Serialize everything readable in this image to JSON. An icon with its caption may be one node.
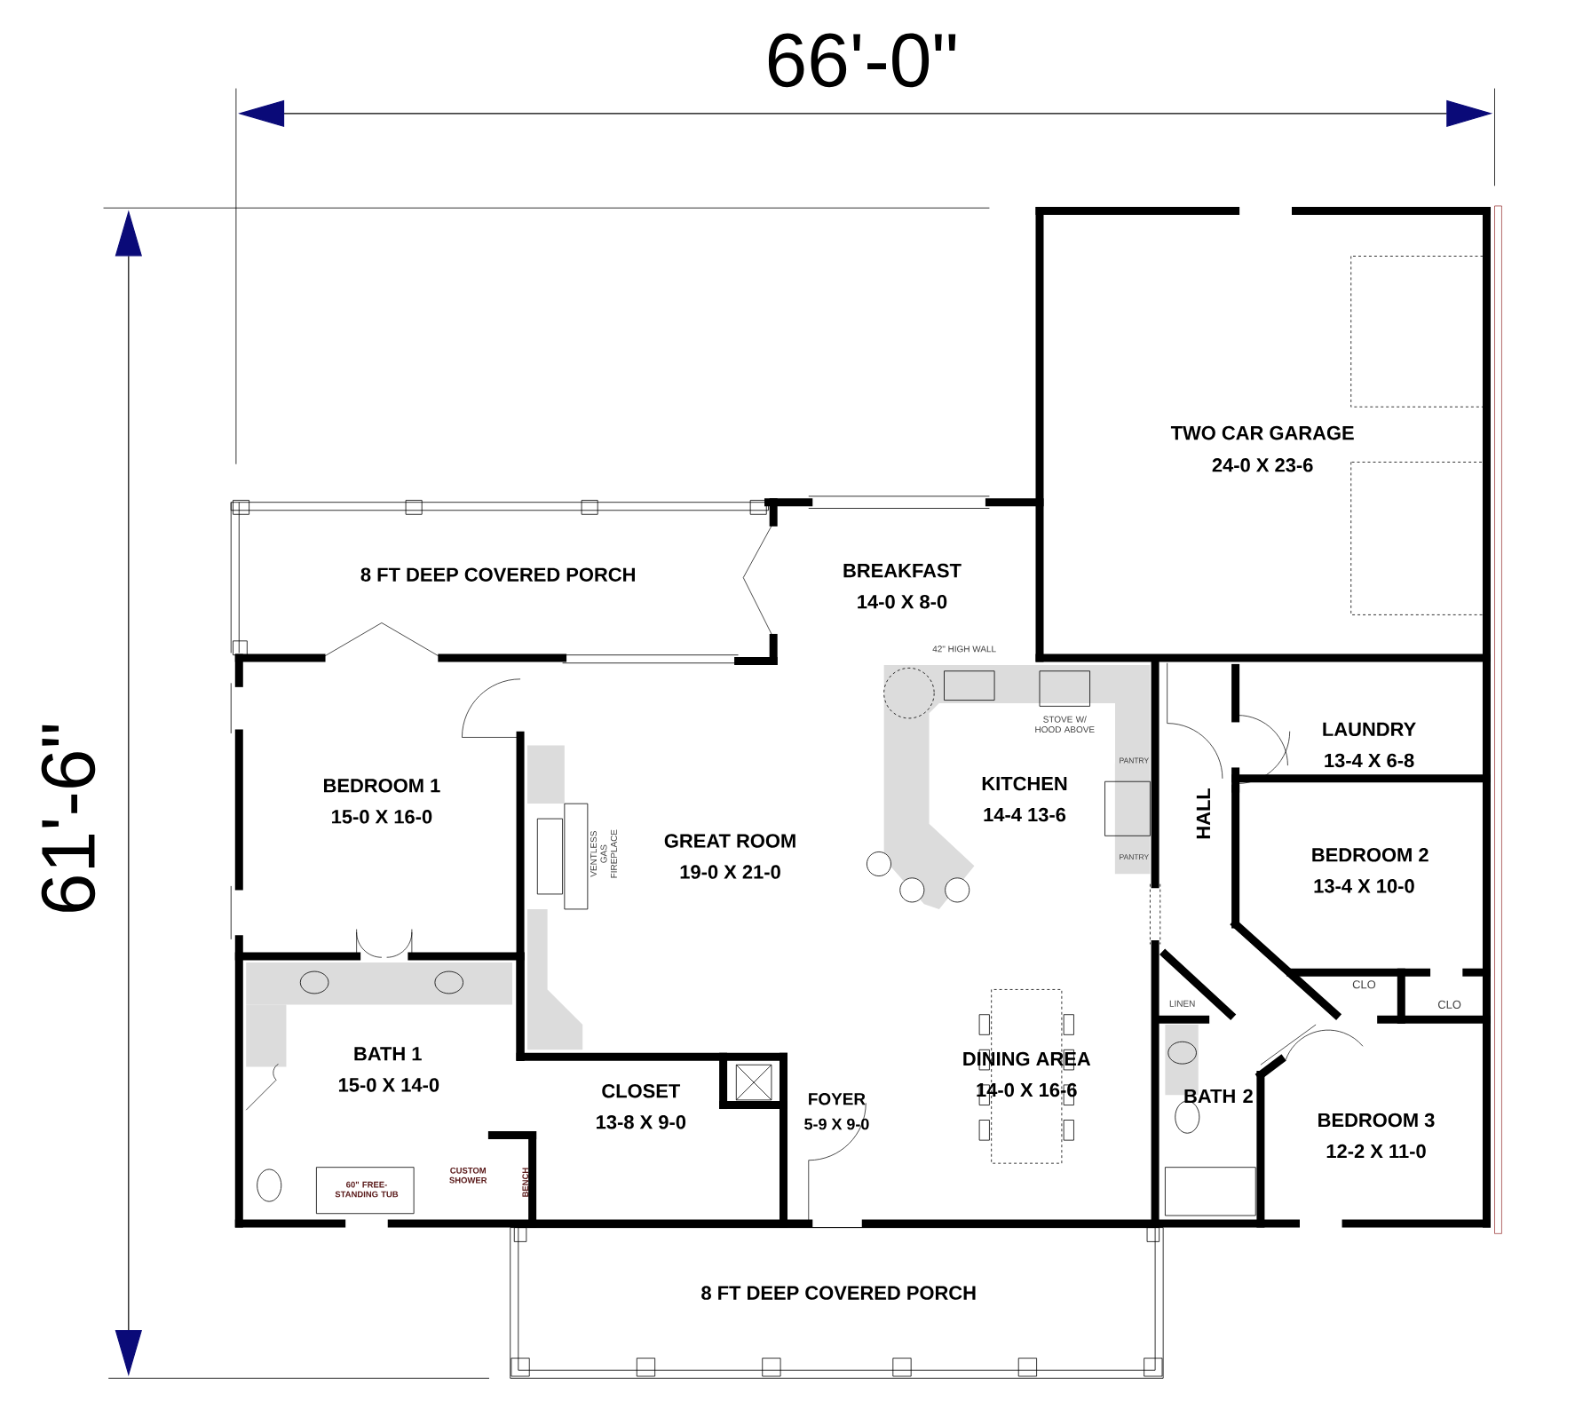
{
  "diagram": {
    "labels": [
      "66'-0\"",
      "61'-6\"",
      "TWO CAR GARAGE",
      "24-0 X 23-6",
      "8 FT DEEP COVERED PORCH",
      "BREAKFAST",
      "14-0 X 8-0",
      "42\" HIGH WALL",
      "STOVE W/ HOOD ABOVE",
      "LAUNDRY",
      "13-4 X 6-8",
      "BEDROOM 1",
      "15-0 X 16-0",
      "PANTRY",
      "KITCHEN",
      "14-4 13-6",
      "HALL",
      "PANTRY",
      "GREAT ROOM",
      "19-0 X 21-0",
      "VENTLESS GAS FIREPLACE",
      "BEDROOM 2",
      "13-4 X 10-0",
      "CLO",
      "CLO",
      "LINEN",
      "BATH 1",
      "15-0 X 14-0",
      "DINING AREA",
      "14-0 X 16-6",
      "CLOSET",
      "13-8 X 9-0",
      "FOYER",
      "5-9 X 9-0",
      "BATH 2",
      "BEDROOM 3",
      "12-2 X 11-0",
      "60\" FREE-STANDING TUB",
      "CUSTOM SHOWER",
      "BENCH",
      "8 FT DEEP COVERED PORCH"
    ]
  }
}
